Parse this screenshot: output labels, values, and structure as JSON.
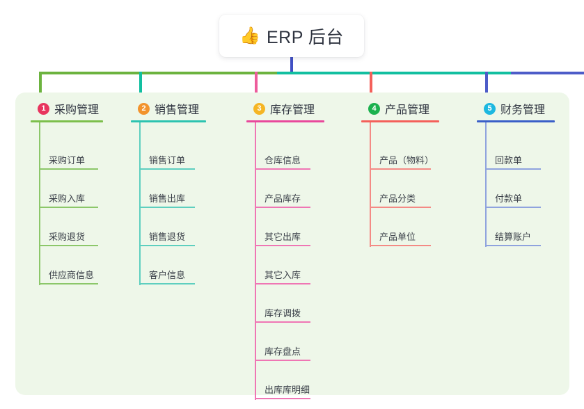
{
  "root": {
    "icon": "thumbs-up-icon",
    "icon_glyph": "👍",
    "title": "ERP 后台"
  },
  "theme": {
    "page_bg": "#ffffff",
    "panel_bg": "#eef7e9",
    "card_bg": "#ffffff",
    "text": "#2f3440",
    "leaf_text": "#3b4049",
    "root_stem": "#4150c4",
    "bus_green": "#6cb33f",
    "bus_teal": "#12bfa0",
    "bus_blue": "#4d5cc8"
  },
  "columns": [
    {
      "index": "1",
      "title": "采购管理",
      "badge_color": "#e8355e",
      "rule_color": "#7cbf4c",
      "line_color": "#8cc76a",
      "drop_color": "#6cb33f",
      "items": [
        "采购订单",
        "采购入库",
        "采购退货",
        "供应商信息"
      ]
    },
    {
      "index": "2",
      "title": "销售管理",
      "badge_color": "#f2932c",
      "rule_color": "#2cc3b0",
      "line_color": "#5ecfbf",
      "drop_color": "#12bfa0",
      "items": [
        "销售订单",
        "销售出库",
        "销售退货",
        "客户信息"
      ]
    },
    {
      "index": "3",
      "title": "库存管理",
      "badge_color": "#f5b524",
      "rule_color": "#e8489b",
      "line_color": "#ef76b4",
      "drop_color": "#ed5c9b",
      "items": [
        "仓库信息",
        "产品库存",
        "其它出库",
        "其它入库",
        "库存调拨",
        "库存盘点",
        "出库库明细"
      ]
    },
    {
      "index": "4",
      "title": "产品管理",
      "badge_color": "#1bb14e",
      "rule_color": "#f4605a",
      "line_color": "#f48a85",
      "drop_color": "#f4605a",
      "items": [
        "产品（物料）",
        "产品分类",
        "产品单位"
      ]
    },
    {
      "index": "5",
      "title": "财务管理",
      "badge_color": "#1cb8e0",
      "rule_color": "#3a5fc8",
      "line_color": "#8fa3de",
      "drop_color": "#4d5cc8",
      "items": [
        "回款单",
        "付款单",
        "结算账户"
      ]
    }
  ]
}
